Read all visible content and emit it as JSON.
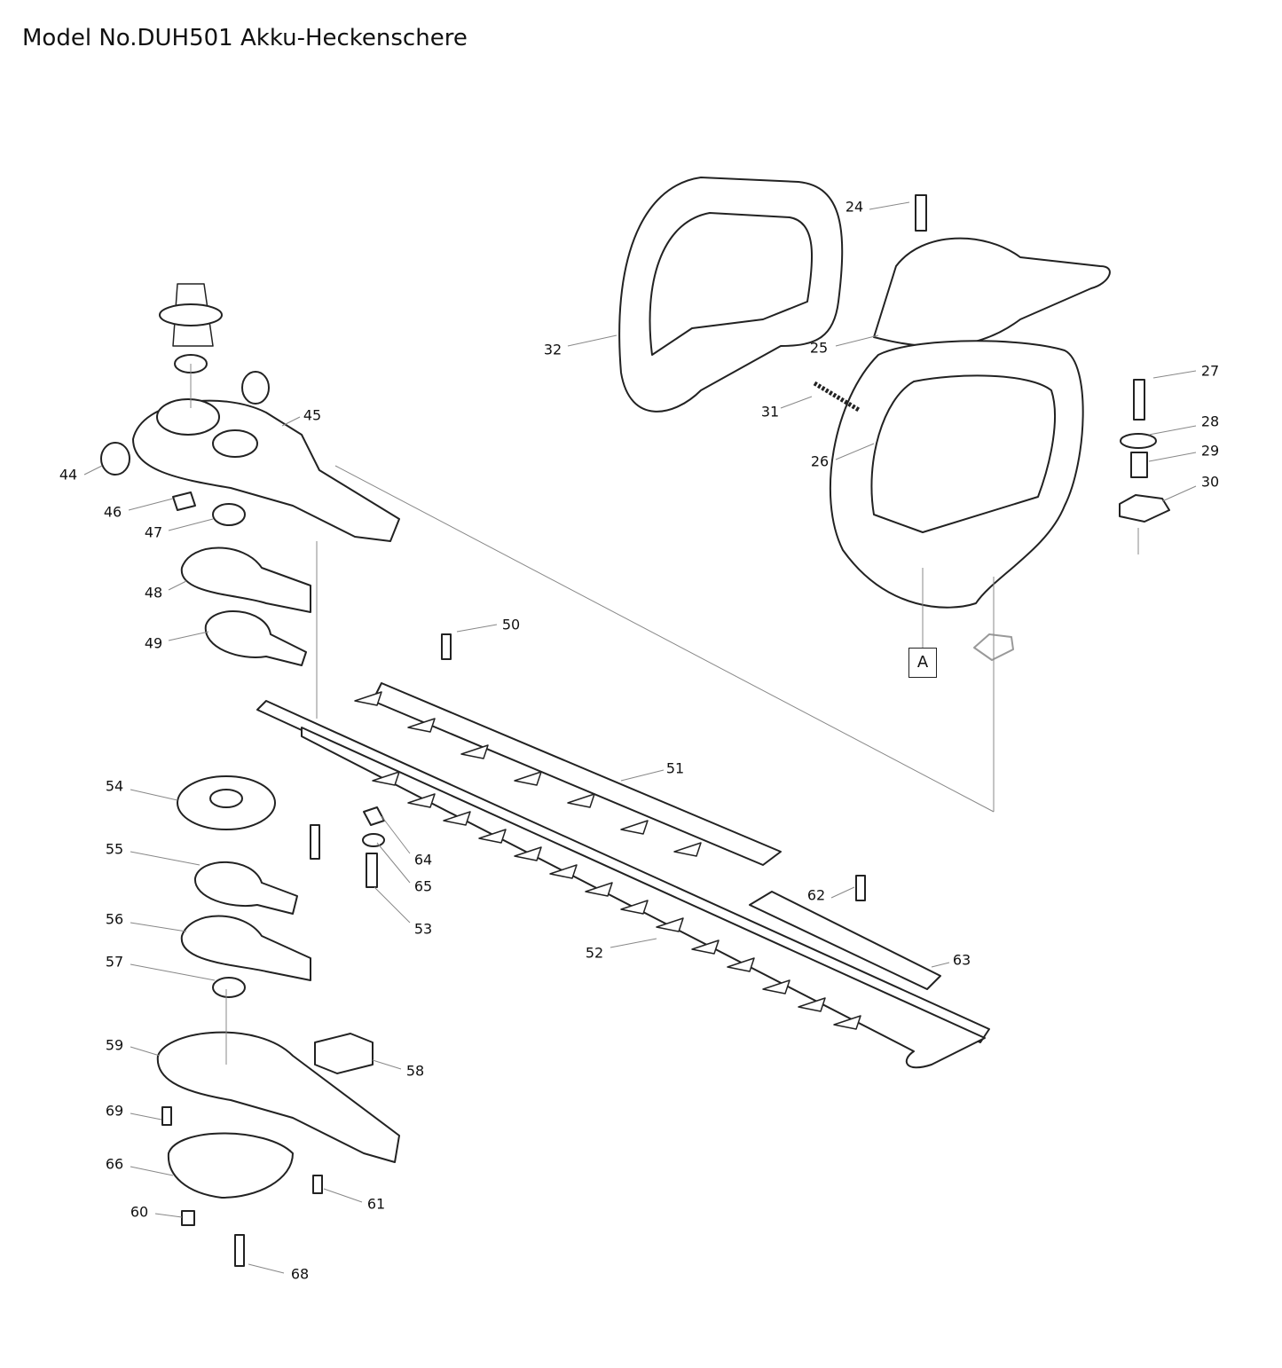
{
  "title": "Model No.DUH501 Akku-Heckenschere",
  "callouts": [
    "24",
    "32",
    "25",
    "27",
    "31",
    "28",
    "29",
    "26",
    "30",
    "45",
    "44",
    "46",
    "47",
    "48",
    "49",
    "50",
    "51",
    "54",
    "55",
    "64",
    "65",
    "53",
    "56",
    "62",
    "52",
    "63",
    "57",
    "59",
    "58",
    "69",
    "66",
    "61",
    "60",
    "68"
  ],
  "reference_marker": "A",
  "colors": {
    "line": "#222222",
    "leader": "#888888",
    "fill": "#ffffff",
    "shade": "#cfcfcf"
  }
}
